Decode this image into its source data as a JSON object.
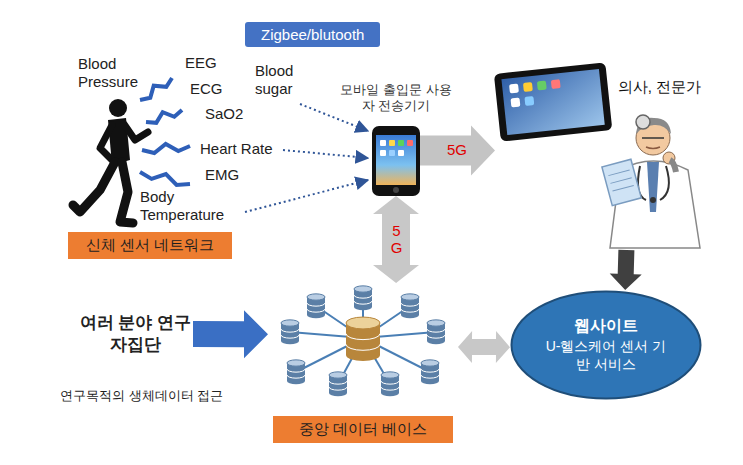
{
  "diagram": {
    "nodes": [
      {
        "text": [
          "Zigbee/blutooth"
        ]
      },
      {
        "text": [
          "신체 센서 네트워크"
        ]
      },
      {
        "text": [
          "모바일 출입문 사용자 전송기기"
        ]
      },
      {
        "text": [
          "의사, 전문가"
        ]
      },
      {
        "text": [
          "여러 분야 연구자집단"
        ]
      },
      {
        "text": [
          "중앙 데이터 베이스"
        ]
      },
      {
        "text": [
          "웹사이트",
          "U-헬스케어 센서 기반 서비스"
        ]
      }
    ],
    "edges": [
      {
        "from": 2,
        "to": 3,
        "label": "5G",
        "arrow": "to"
      },
      {
        "from": 2,
        "to": 5,
        "label": "5 G",
        "arrow": "both"
      },
      {
        "from": 3,
        "to": 6,
        "arrow": "to"
      },
      {
        "from": 4,
        "to": 5,
        "arrow": "to"
      },
      {
        "from": 5,
        "to": 6,
        "arrow": "both"
      }
    ],
    "labels": [
      "Blood Pressure",
      "EEG",
      "ECG",
      "Blood sugar",
      "SaO2",
      "Heart Rate",
      "EMG",
      "Body Temperature",
      "연구목적의 생체데이터 접근"
    ]
  }
}
